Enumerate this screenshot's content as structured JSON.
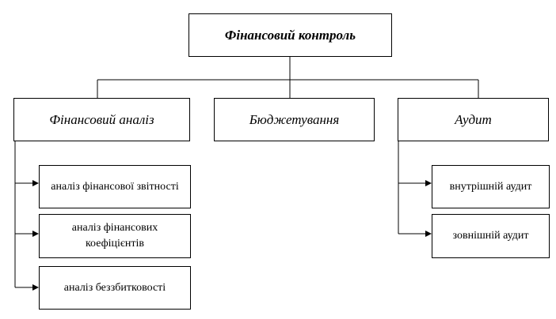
{
  "root": {
    "label": "Фінансовий контроль"
  },
  "categories": [
    {
      "label": "Фінансовий аналіз"
    },
    {
      "label": "Бюджетування"
    },
    {
      "label": "Аудит"
    }
  ],
  "analysis_items": [
    {
      "label": "аналіз фінансової звітності"
    },
    {
      "label": "аналіз фінансових коефіцієнтів"
    },
    {
      "label": "аналіз беззбитковості"
    }
  ],
  "audit_items": [
    {
      "label": "внутрішній аудит"
    },
    {
      "label": "зовнішній аудит"
    }
  ]
}
